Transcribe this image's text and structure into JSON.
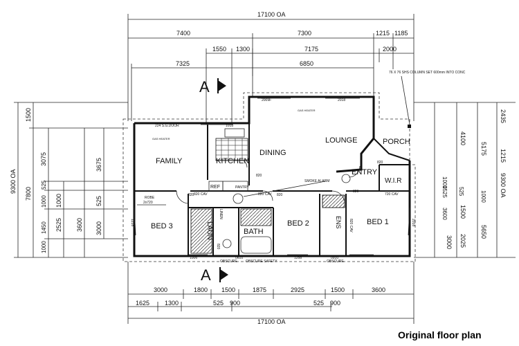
{
  "caption": "Original floor plan",
  "section_marker": "A",
  "rooms": {
    "family": "FAMILY",
    "kitchen": "KITCHEN",
    "dining": "DINING",
    "lounge": "LOUNGE",
    "porch": "PORCH",
    "entry": "ENTRY",
    "wir": "W.I.R",
    "bed3": "BED 3",
    "bed2": "BED 2",
    "bed1": "BED 1",
    "bath": "BATH",
    "laun": "LAUN",
    "ens": "ENS",
    "ref": "REF",
    "pantry": "PANTRY"
  },
  "labels": {
    "robe": "ROBE",
    "robe_size": "2x720",
    "linen": "LINEN",
    "smoke_alarm": "SMOKE ALARM",
    "obscure1": "OBSCURE",
    "obscure2": "OBSCURE SAFETY",
    "obscure3": "OBSCURE",
    "sg_door": "224 S.G.DOOR",
    "gas_heater": "GAS HEATER",
    "column_note": "76 X 76 SHS COLUMN SET 600mm INTO CONC",
    "door820": "820",
    "cav820": "820 CAV",
    "cav720": "720 CAV",
    "w1018": "1018",
    "w2018": "2018",
    "w2009": "2009F",
    "w1218": "1218",
    "w1006": "1006",
    "w1258": "1258",
    "w0610": "0610",
    "w0910": "0910"
  },
  "dims_top": {
    "overall": "17100 OA",
    "r2": [
      "7400",
      "7300",
      "1215",
      "1185"
    ],
    "r3": [
      "1550",
      "1300",
      "7175",
      "2000"
    ],
    "r4": [
      "7325",
      "6850"
    ]
  },
  "dims_bottom": {
    "r1": [
      "3000",
      "1800",
      "1500",
      "1875",
      "2925",
      "1500",
      "3600"
    ],
    "r2": [
      "1625",
      "1300",
      "525",
      "900",
      "525",
      "900"
    ],
    "overall": "17100 OA"
  },
  "dims_left": {
    "overall": "9300 OA",
    "c2": [
      "1500",
      "7800"
    ],
    "c3": [
      "3075",
      "525",
      "1000",
      "1450",
      "1000"
    ],
    "c4": [
      "2525",
      "1000"
    ],
    "c5": [
      "3600",
      "525",
      "3675"
    ],
    "c6": [
      "3000"
    ]
  },
  "dims_right": {
    "c1": [
      "1525",
      "1000",
      "525",
      "3600",
      "3000"
    ],
    "c2": [
      "4100",
      "1500",
      "2025"
    ],
    "c3": [
      "5175",
      "1000",
      "5650"
    ],
    "c4": [
      "2435",
      "1215",
      "9300 OA"
    ]
  }
}
